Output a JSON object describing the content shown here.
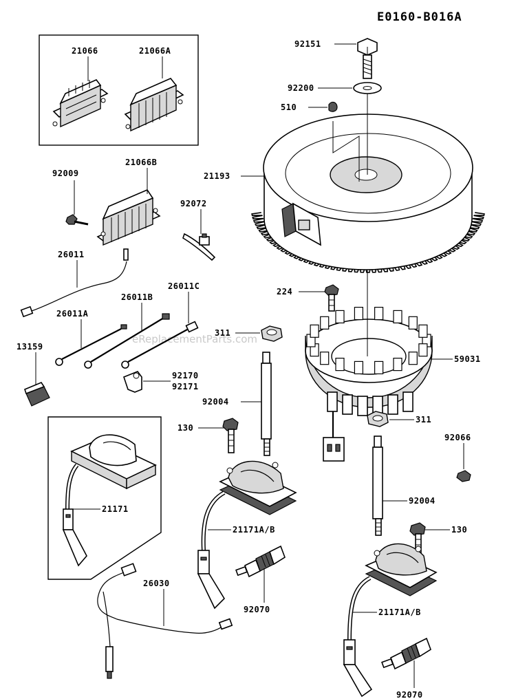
{
  "diagram_code": "E0160-B016A",
  "watermark": "eReplacementParts.com",
  "callouts": {
    "p21066": "21066",
    "p21066A": "21066A",
    "p21066B": "21066B",
    "p92009": "92009",
    "p92072": "92072",
    "p26011": "26011",
    "p26011B": "26011B",
    "p26011C": "26011C",
    "p26011A": "26011A",
    "p13159": "13159",
    "p92170": "92170",
    "p92171": "92171",
    "p92004a": "92004",
    "p130a": "130",
    "p21171": "21171",
    "p21171AB_a": "21171A/B",
    "p26030": "26030",
    "p92070a": "92070",
    "p92151": "92151",
    "p92200": "92200",
    "p510": "510",
    "p21193": "21193",
    "p224": "224",
    "p311a": "311",
    "p59031": "59031",
    "p311b": "311",
    "p92066": "92066",
    "p92004b": "92004",
    "p130b": "130",
    "p21171AB_b": "21171A/B",
    "p92070b": "92070"
  }
}
